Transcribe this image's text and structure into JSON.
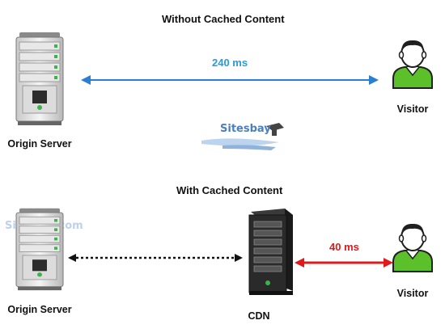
{
  "top": {
    "title": "Without Cached Content",
    "latency": "240 ms",
    "origin_label": "Origin Server",
    "visitor_label": "Visitor"
  },
  "bottom": {
    "title": "With Cached Content",
    "latency": "40 ms",
    "origin_label": "Origin Server",
    "cdn_label": "CDN",
    "visitor_label": "Visitor"
  },
  "watermarks": {
    "center_logo": "Sitesbay",
    "left_text": "Sitesbay.com"
  },
  "colors": {
    "blue_arrow": "#2a7fd0",
    "blue_text": "#2a9ad8",
    "red_arrow": "#e01a1a",
    "red_text": "#e01a1a",
    "dotted_arrow": "#111111",
    "visitor_green": "#5cc02a"
  }
}
